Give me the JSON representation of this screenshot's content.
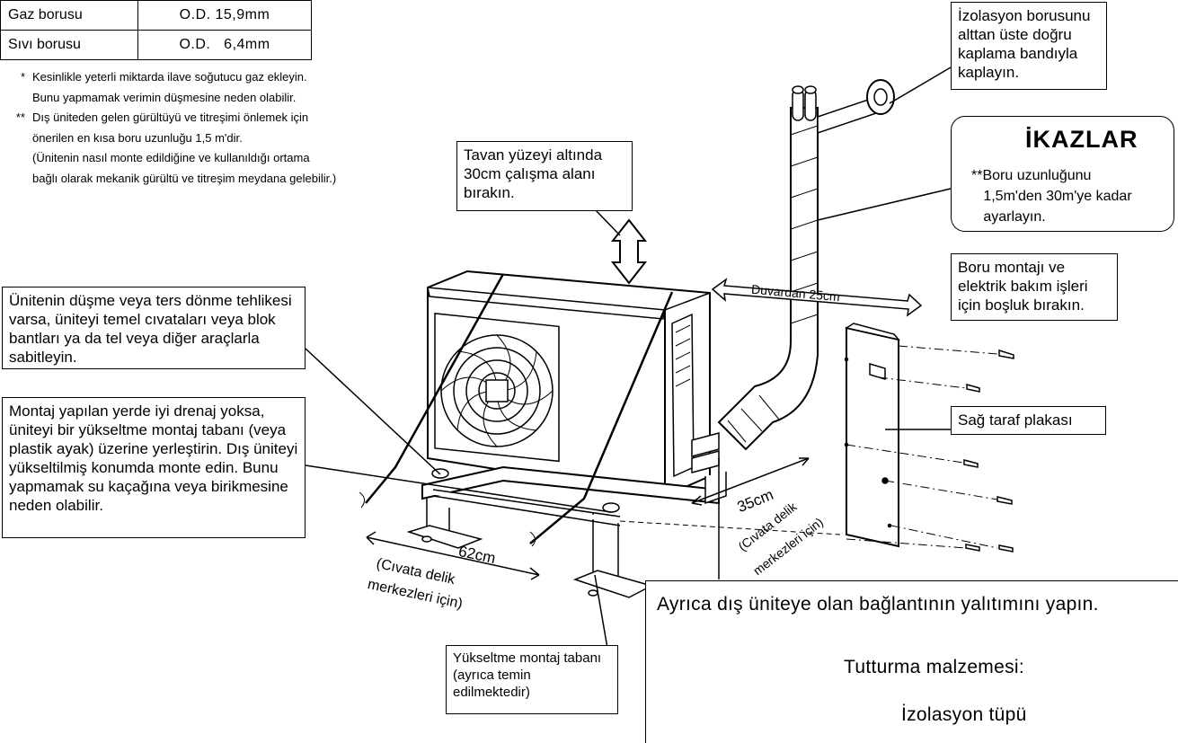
{
  "pipe_table": [
    {
      "name": "Gaz borusu",
      "value": "O.D. 15,9mm"
    },
    {
      "name": "Sıvı borusu",
      "value": "O.D.   6,4mm"
    }
  ],
  "notes": [
    {
      "mark": "*",
      "text": "Kesinlikle yeterli miktarda ilave soğutucu gaz ekleyin."
    },
    {
      "mark": "",
      "text": "Bunu yapmamak verimin düşmesine neden olabilir."
    },
    {
      "mark": "**",
      "text": "Dış üniteden gelen gürültüyü ve titreşimi önlemek için"
    },
    {
      "mark": "",
      "text": "önerilen en kısa boru uzunluğu 1,5 m'dir."
    },
    {
      "mark": "",
      "text": "(Ünitenin nasıl monte edildiğine ve kullanıldığı ortama"
    },
    {
      "mark": "",
      "text": "bağlı olarak mekanik gürültü ve titreşim meydana gelebilir.)"
    }
  ],
  "callouts": {
    "insulation_wrap": "İzolasyon borusunu alttan üste doğru kaplama bandıyla kaplayın.",
    "ceiling_space": "Tavan yüzeyi altında 30cm çalışma alanı bırakın.",
    "fix_unit": "Ünitenin düşme veya ters dönme tehlikesi varsa, üniteyi temel cıvataları veya blok bantları ya da tel veya diğer araçlarla sabitleyin.",
    "drainage": "Montaj yapılan yerde iyi drenaj yoksa, üniteyi bir yükseltme montaj tabanı (veya plastik ayak) üzerine yerleştirin. Dış üniteyi yükseltilmiş konumda monte edin. Bunu yapmamak su kaçağına veya birikmesine neden olabilir.",
    "service_space": "Boru montajı ve elektrik bakım işleri için boşluk bırakın.",
    "right_plate": "Sağ taraf plakası",
    "raise_base": "Yükseltme montaj tabanı (ayrıca temin edilmektedir)"
  },
  "warning": {
    "title": "İKAZLAR",
    "body": "**Boru uzunluğunu\n   1,5m'den 30m'ye kadar\n   ayarlayın."
  },
  "dimensions": {
    "wall": "Duvardan 25cm",
    "width": "62cm",
    "width_note_1": "(Cıvata delik",
    "width_note_2": "merkezleri için)",
    "depth": "35cm",
    "depth_note_1": "(Cıvata delik",
    "depth_note_2": "merkezleri için)"
  },
  "bottom_note": {
    "line1": "Ayrıca dış üniteye olan bağlantının yalıtımını yapın.",
    "line2": "Tutturma malzemesi:",
    "line3": "İzolasyon tüpü"
  }
}
